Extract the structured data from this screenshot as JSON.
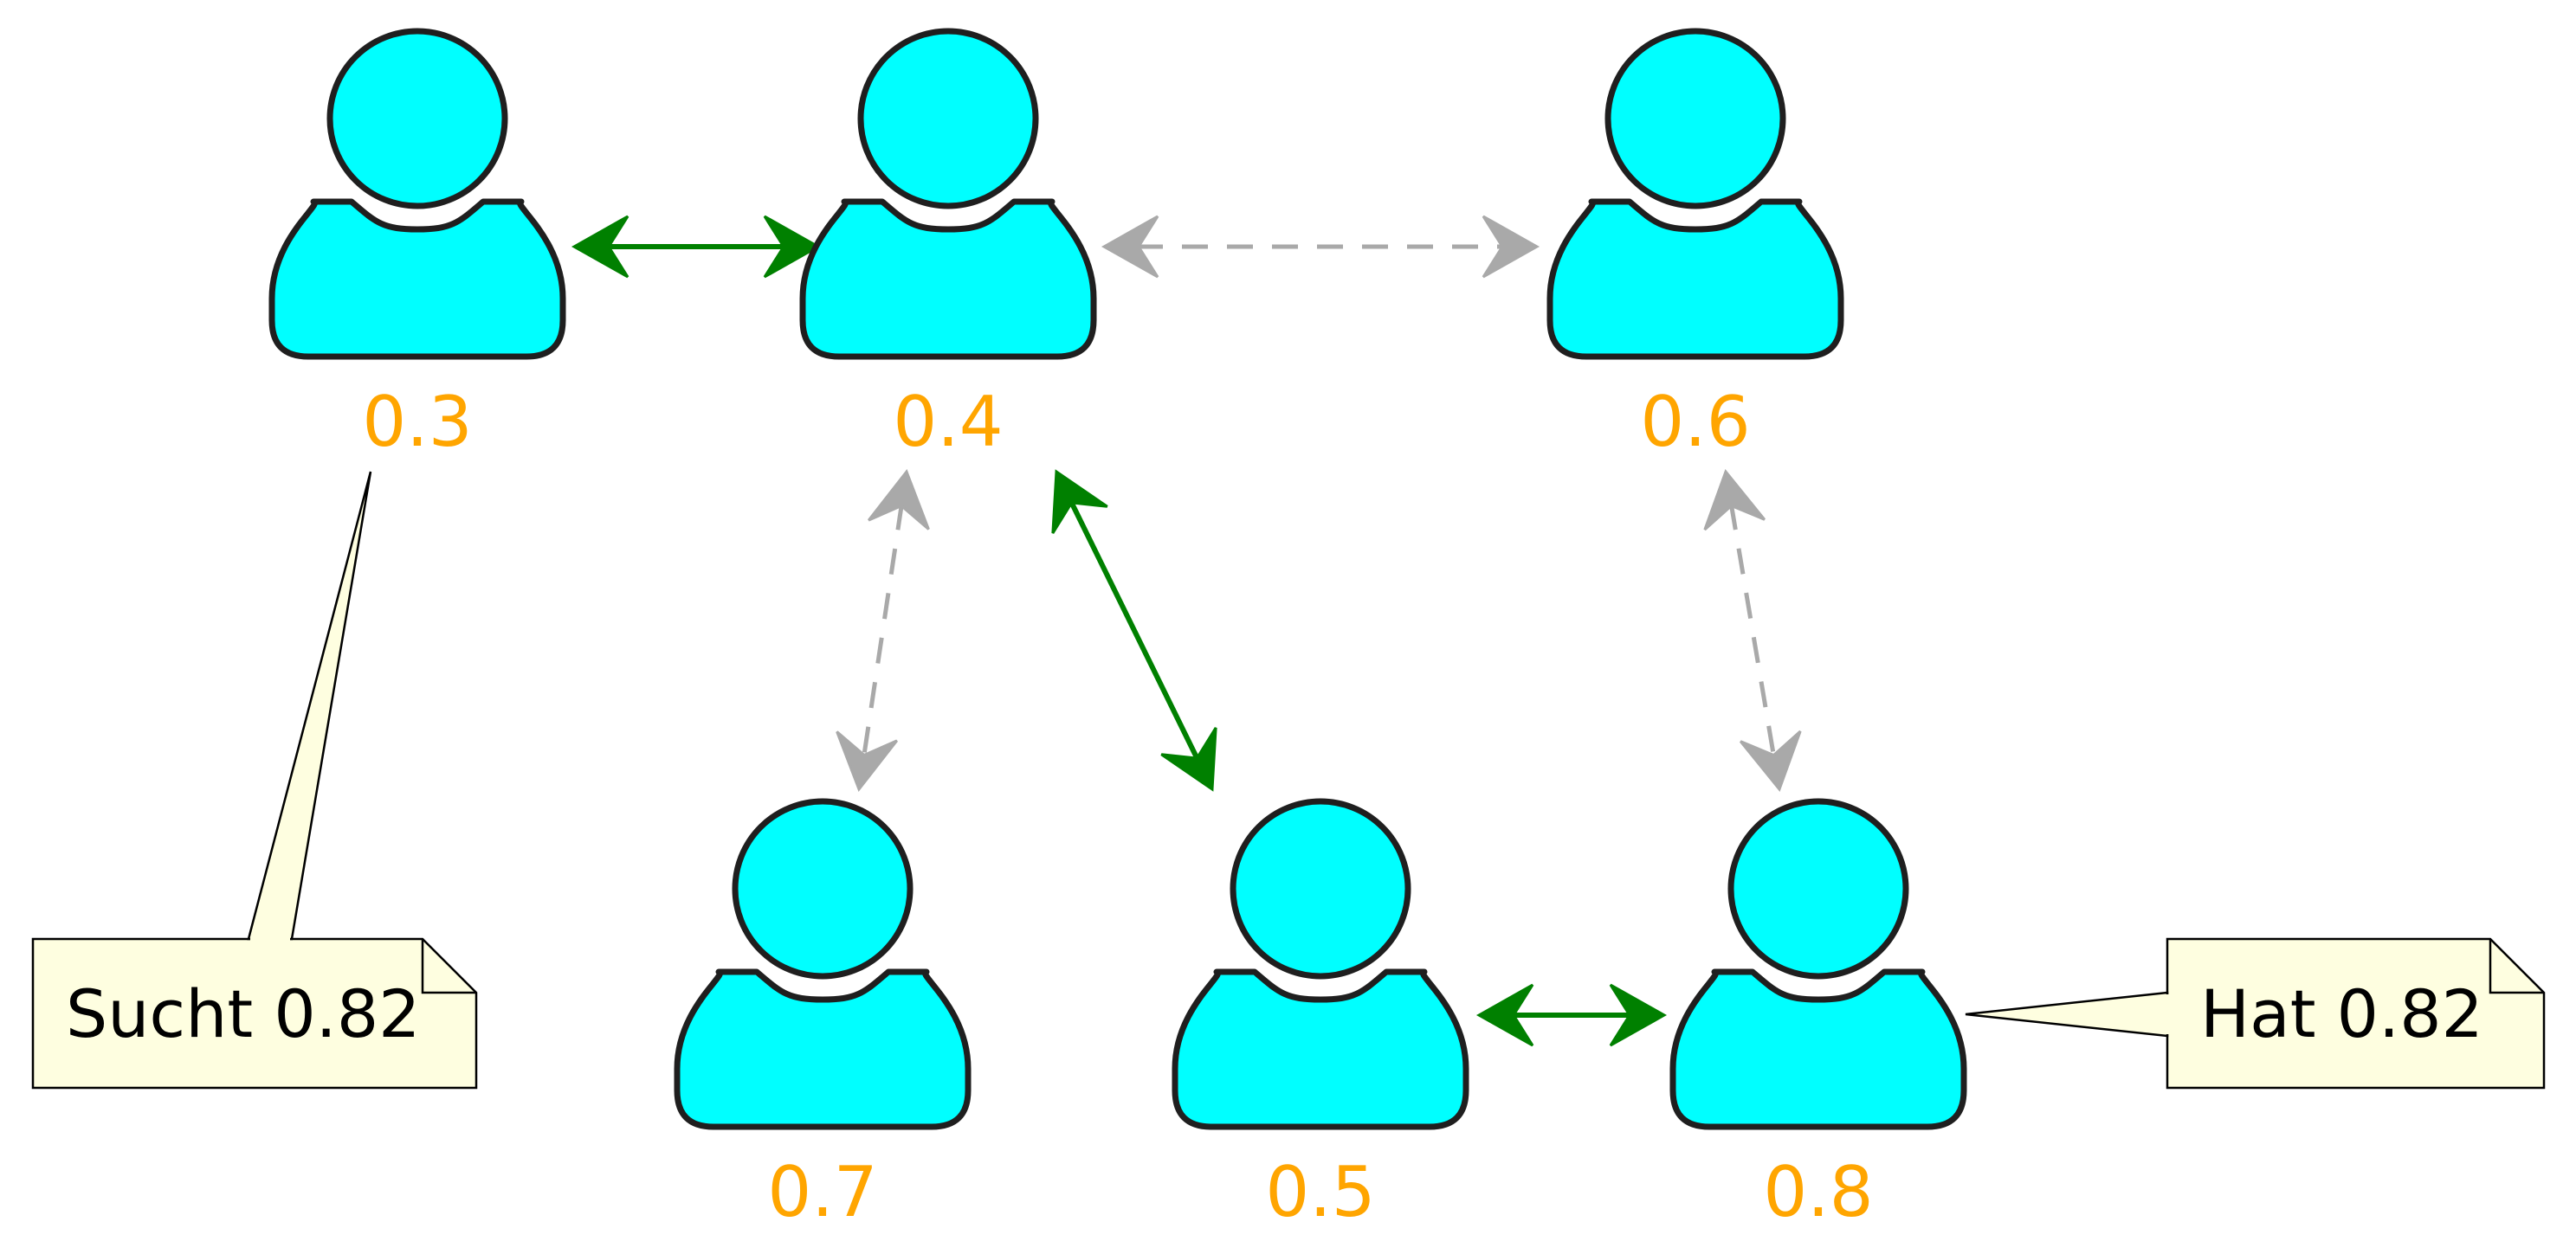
{
  "colors": {
    "person_fill": "#00ffff",
    "person_stroke": "#1f1f1f",
    "label": "#ffa500",
    "edge_strong": "#008000",
    "edge_weak": "#a9a9a9",
    "note_fill": "#fefee0",
    "note_stroke": "#000000"
  },
  "icons": {
    "person": "person-icon"
  },
  "nodes": [
    {
      "id": "n1",
      "label": "0.3"
    },
    {
      "id": "n2",
      "label": "0.4"
    },
    {
      "id": "n3",
      "label": "0.6"
    },
    {
      "id": "n4",
      "label": "0.7"
    },
    {
      "id": "n5",
      "label": "0.5"
    },
    {
      "id": "n6",
      "label": "0.8"
    }
  ],
  "edges": [
    {
      "from": "n1",
      "to": "n2",
      "style": "solid"
    },
    {
      "from": "n2",
      "to": "n3",
      "style": "dashed"
    },
    {
      "from": "n2",
      "to": "n4",
      "style": "dashed"
    },
    {
      "from": "n2",
      "to": "n5",
      "style": "solid"
    },
    {
      "from": "n3",
      "to": "n6",
      "style": "dashed"
    },
    {
      "from": "n5",
      "to": "n6",
      "style": "solid"
    }
  ],
  "notes": [
    {
      "id": "note1",
      "text": "Sucht 0.82",
      "attached_to": "n1"
    },
    {
      "id": "note2",
      "text": "Hat 0.82",
      "attached_to": "n6"
    }
  ]
}
